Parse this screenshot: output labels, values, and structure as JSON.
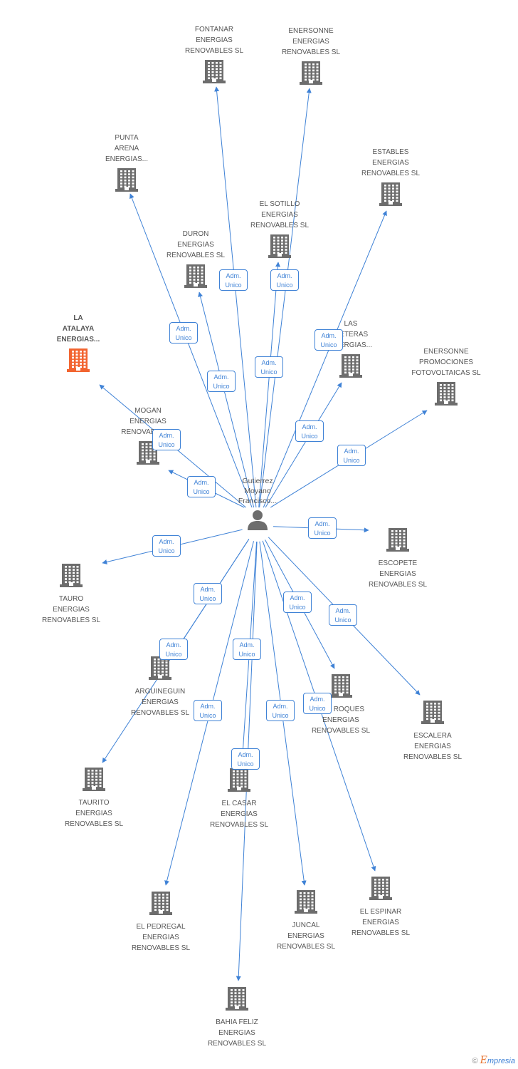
{
  "diagram": {
    "person": {
      "label": "Gutierrez\nMoyano\nFrancisco...",
      "icon": "person-icon"
    },
    "edge_label": "Adm.\nUnico",
    "colors": {
      "edge": "#3f82d6",
      "building": "#6d6d6d",
      "building_main": "#f26430",
      "text": "#555555"
    },
    "companies": [
      {
        "id": "fontanar",
        "label": "FONTANAR\nENERGIAS\nRENOVABLES SL"
      },
      {
        "id": "enersonne-er",
        "label": "ENERSONNE\nENERGIAS\nRENOVABLES SL"
      },
      {
        "id": "punta-arena",
        "label": "PUNTA\nARENA\nENERGIAS..."
      },
      {
        "id": "estables",
        "label": "ESTABLES\nENERGIAS\nRENOVABLES SL"
      },
      {
        "id": "el-sotillo",
        "label": "EL SOTILLO\nENERGIAS\nRENOVABLES SL"
      },
      {
        "id": "duron",
        "label": "DURON\nENERGIAS\nRENOVABLES SL"
      },
      {
        "id": "la-atalaya",
        "label": "LA\nATALAYA\nENERGIAS...",
        "main": true
      },
      {
        "id": "las-meteras",
        "label": "LAS\nMETERAS\nENERGIAS..."
      },
      {
        "id": "enersonne-pf",
        "label": "ENERSONNE\nPROMOCIONES\nFOTOVOLTAICAS SL"
      },
      {
        "id": "mogan",
        "label": "MOGAN\nENERGIAS\nRENOVABLES..."
      },
      {
        "id": "escopete",
        "label": "ESCOPETE\nENERGIAS\nRENOVABLES SL"
      },
      {
        "id": "tauro",
        "label": "TAURO\nENERGIAS\nRENOVABLES SL"
      },
      {
        "id": "arguineguin",
        "label": "ARGUINEGUIN\nENERGIAS\nRENOVABLES SL"
      },
      {
        "id": "los-roques",
        "label": "LOS ROQUES\nENERGIAS\nRENOVABLES SL"
      },
      {
        "id": "escalera",
        "label": "ESCALERA\nENERGIAS\nRENOVABLES SL"
      },
      {
        "id": "taurito",
        "label": "TAURITO\nENERGIAS\nRENOVABLES SL"
      },
      {
        "id": "el-casar",
        "label": "EL CASAR\nENERGIAS\nRENOVABLES SL"
      },
      {
        "id": "el-pedregal",
        "label": "EL PEDREGAL\nENERGIAS\nRENOVABLES SL"
      },
      {
        "id": "juncal",
        "label": "JUNCAL\nENERGIAS\nRENOVABLES SL"
      },
      {
        "id": "el-espinar",
        "label": "EL ESPINAR\nENERGIAS\nRENOVABLES SL"
      },
      {
        "id": "bahia-feliz",
        "label": "BAHIA FELIZ\nENERGIAS\nRENOVABLES SL"
      }
    ],
    "relations": [
      {
        "to": "fontanar",
        "label": "Adm.\nUnico"
      },
      {
        "to": "enersonne-er",
        "label": "Adm.\nUnico"
      },
      {
        "to": "punta-arena",
        "label": "Adm.\nUnico"
      },
      {
        "to": "estables",
        "label": "Adm.\nUnico"
      },
      {
        "to": "el-sotillo",
        "label": "Adm.\nUnico"
      },
      {
        "to": "duron",
        "label": "Adm.\nUnico"
      },
      {
        "to": "la-atalaya",
        "label": "Adm.\nUnico"
      },
      {
        "to": "las-meteras",
        "label": "Adm.\nUnico"
      },
      {
        "to": "enersonne-pf",
        "label": "Adm.\nUnico"
      },
      {
        "to": "mogan",
        "label": "Adm.\nUnico"
      },
      {
        "to": "escopete",
        "label": "Adm.\nUnico"
      },
      {
        "to": "tauro",
        "label": "Adm.\nUnico"
      },
      {
        "to": "arguineguin",
        "label": "Adm.\nUnico"
      },
      {
        "to": "los-roques",
        "label": "Adm.\nUnico"
      },
      {
        "to": "escalera",
        "label": "Adm.\nUnico"
      },
      {
        "to": "taurito",
        "label": "Adm.\nUnico"
      },
      {
        "to": "el-casar",
        "label": "Adm.\nUnico"
      },
      {
        "to": "el-pedregal",
        "label": "Adm.\nUnico"
      },
      {
        "to": "juncal",
        "label": "Adm.\nUnico"
      },
      {
        "to": "el-espinar",
        "label": "Adm.\nUnico"
      },
      {
        "to": "bahia-feliz",
        "label": "Adm.\nUnico"
      }
    ]
  },
  "brand": {
    "copyright": "©",
    "initial": "E",
    "rest": "mpresia"
  }
}
